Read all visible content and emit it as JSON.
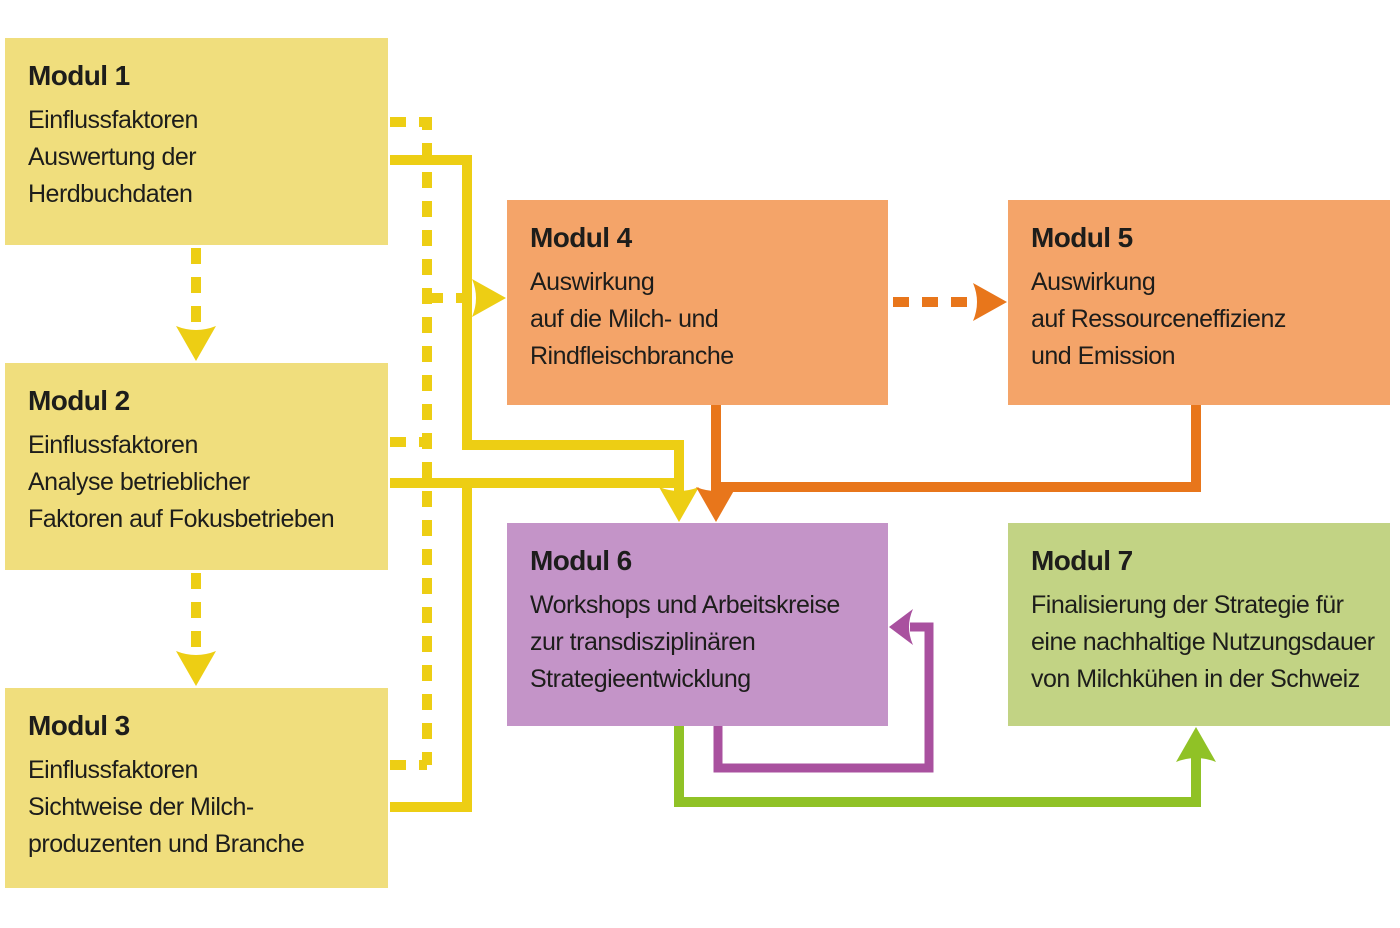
{
  "colors": {
    "background": "#ffffff",
    "text": "#1d1d1b",
    "yellow_box": "#f0de7d",
    "yellow_line": "#edce14",
    "orange_box": "#f4a469",
    "orange_line": "#e8761b",
    "purple_box": "#c494c8",
    "purple_line": "#a9519f",
    "green_box": "#c2d384",
    "green_line": "#90c226"
  },
  "modules": [
    {
      "id": "modul-1",
      "title": "Modul 1",
      "lines": [
        "Einflussfaktoren",
        "Auswertung der",
        "Herdbuchdaten"
      ],
      "color": "yellow"
    },
    {
      "id": "modul-2",
      "title": "Modul 2",
      "lines": [
        "Einflussfaktoren",
        "Analyse betrieblicher",
        "Faktoren auf Fokusbetrieben"
      ],
      "color": "yellow"
    },
    {
      "id": "modul-3",
      "title": "Modul 3",
      "lines": [
        "Einflussfaktoren",
        "Sichtweise der Milch-",
        "produzenten und Branche"
      ],
      "color": "yellow"
    },
    {
      "id": "modul-4",
      "title": "Modul 4",
      "lines": [
        "Auswirkung",
        "auf die Milch- und",
        "Rindfleischbranche"
      ],
      "color": "orange"
    },
    {
      "id": "modul-5",
      "title": "Modul 5",
      "lines": [
        "Auswirkung",
        "auf Ressourceneffizienz",
        "und Emission"
      ],
      "color": "orange"
    },
    {
      "id": "modul-6",
      "title": "Modul 6",
      "lines": [
        "Workshops und Arbeitskreise",
        "zur transdisziplinären",
        "Strategieentwicklung"
      ],
      "color": "purple"
    },
    {
      "id": "modul-7",
      "title": "Modul 7",
      "lines": [
        "Finalisierung der Strategie für",
        "eine nachhaltige Nutzungsdauer",
        "von Milchkühen in der Schweiz"
      ],
      "color": "green"
    }
  ],
  "connections": [
    {
      "from": "Modul 1",
      "to": "Modul 2",
      "style": "dashed",
      "color": "yellow",
      "arrow": "down"
    },
    {
      "from": "Modul 2",
      "to": "Modul 3",
      "style": "dashed",
      "color": "yellow",
      "arrow": "down"
    },
    {
      "from": "Modul 1, Modul 2, Modul 3",
      "to": "Modul 4",
      "style": "dashed",
      "color": "yellow",
      "arrow": "right"
    },
    {
      "from": "Modul 1, Modul 2, Modul 3",
      "to": "Modul 6",
      "style": "solid",
      "color": "yellow",
      "arrow": "down"
    },
    {
      "from": "Modul 4",
      "to": "Modul 5",
      "style": "dashed",
      "color": "orange",
      "arrow": "right"
    },
    {
      "from": "Modul 4",
      "to": "Modul 6",
      "style": "solid",
      "color": "orange",
      "arrow": "down"
    },
    {
      "from": "Modul 5",
      "to": "Modul 6",
      "style": "solid",
      "color": "orange",
      "arrow": "down"
    },
    {
      "from": "Modul 6",
      "to": "Modul 6",
      "style": "solid",
      "color": "purple",
      "arrow": "left",
      "note": "feedback loop"
    },
    {
      "from": "Modul 6",
      "to": "Modul 7",
      "style": "solid",
      "color": "green",
      "arrow": "up"
    }
  ]
}
